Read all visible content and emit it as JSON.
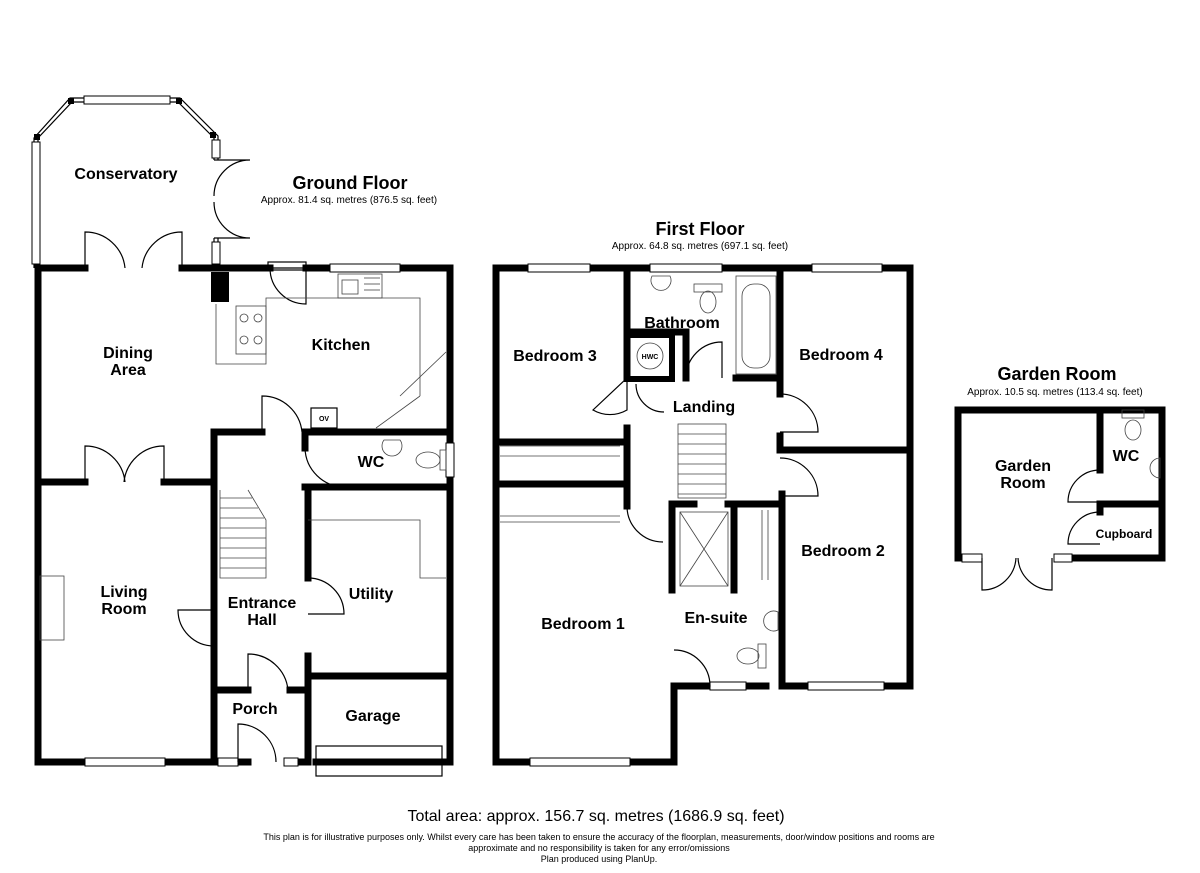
{
  "ground_floor": {
    "title": "Ground Floor",
    "area": "Approx. 81.4 sq. metres (876.5 sq. feet)",
    "rooms": {
      "conservatory": "Conservatory",
      "dining_1": "Dining",
      "dining_2": "Area",
      "kitchen": "Kitchen",
      "ov": "OV",
      "wc": "WC",
      "living_1": "Living",
      "living_2": "Room",
      "hall_1": "Entrance",
      "hall_2": "Hall",
      "utility": "Utility",
      "porch": "Porch",
      "garage": "Garage"
    }
  },
  "first_floor": {
    "title": "First Floor",
    "area": "Approx. 64.8 sq. metres (697.1 sq. feet)",
    "rooms": {
      "bathroom": "Bathroom",
      "hwc": "HWC",
      "bedroom3": "Bedroom 3",
      "bedroom4": "Bedroom 4",
      "landing": "Landing",
      "bedroom1": "Bedroom 1",
      "ensuite": "En-suite",
      "bedroom2": "Bedroom 2"
    }
  },
  "garden_room": {
    "title": "Garden Room",
    "area": "Approx. 10.5 sq. metres (113.4 sq. feet)",
    "rooms": {
      "garden_1": "Garden",
      "garden_2": "Room",
      "wc": "WC",
      "cupboard": "Cupboard"
    }
  },
  "footer": {
    "total": "Total area: approx. 156.7 sq. metres (1686.9 sq. feet)",
    "disclaimer_1": "This plan is for illustrative purposes only. Whilst every care has been taken to ensure the accuracy of the floorplan, measurements, door/window positions and rooms are",
    "disclaimer_2": "approximate and no responsibility is taken for any error/omissions",
    "disclaimer_3": "Plan produced using PlanUp."
  }
}
